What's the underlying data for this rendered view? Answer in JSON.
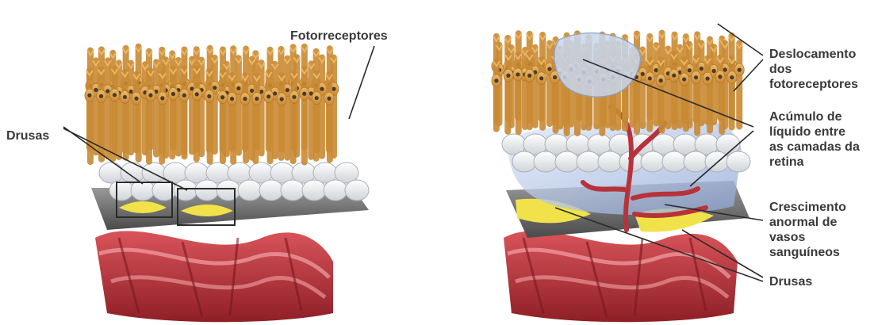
{
  "left_panel": {
    "labels": {
      "photoreceptors": "Fotorreceptores",
      "drusen": "Drusas"
    }
  },
  "right_panel": {
    "labels": {
      "displacement": [
        "Deslocamento",
        "dos",
        "fotoreceptores"
      ],
      "fluid": [
        "Acúmulo de",
        "líquido entre",
        "as camadas da",
        "retina"
      ],
      "growth": [
        "Crescimento",
        "anormal de",
        "vasos",
        "sanguíneos"
      ],
      "drusen": "Drusas"
    }
  },
  "colors": {
    "photoreceptor": "#d9a04a",
    "nucleus": "#4a3a2a",
    "rpe_cells": "#e6e6ea",
    "bruch_membrane": "#555555",
    "drusen": "#f2e24a",
    "blood_vessels": "#b8323a",
    "fluid": "#b8c8e8",
    "label_text": "#3a3a3a"
  }
}
